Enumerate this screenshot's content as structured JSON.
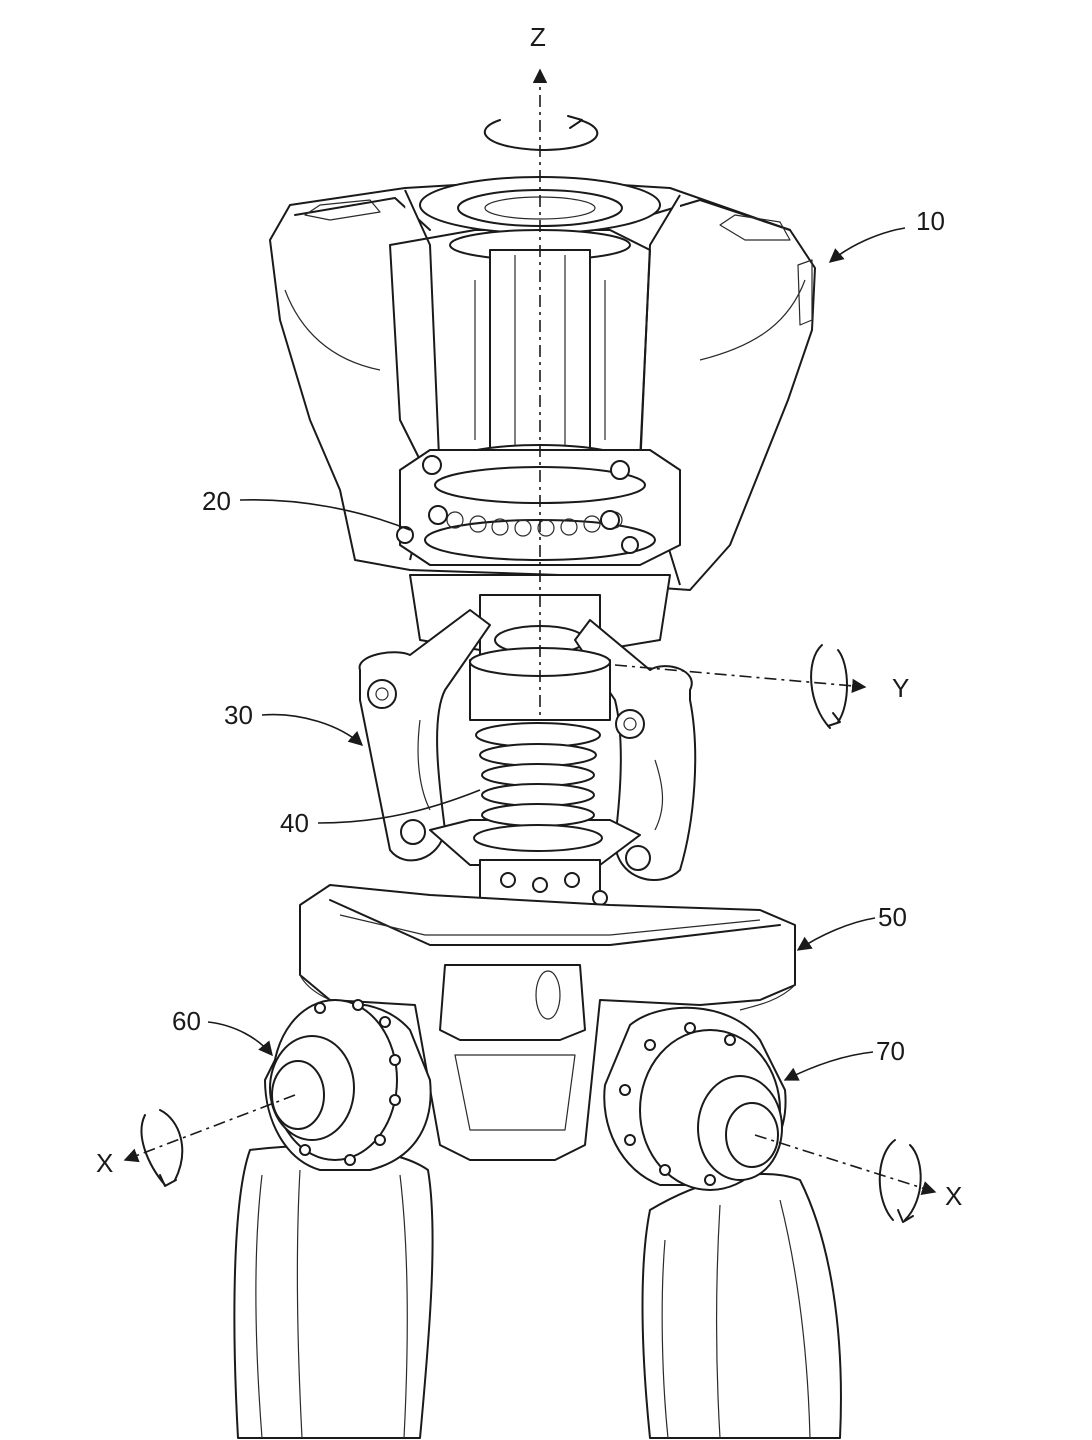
{
  "figure": {
    "reference_labels": {
      "head": "10",
      "bearing": "20",
      "linkage": "30",
      "spring": "40",
      "pelvis": "50",
      "left_hip_actuator": "60",
      "right_hip_actuator": "70"
    },
    "axis_labels": {
      "vertical": "Z",
      "lateral": "Y",
      "hip_left": "X",
      "hip_right": "X"
    }
  }
}
